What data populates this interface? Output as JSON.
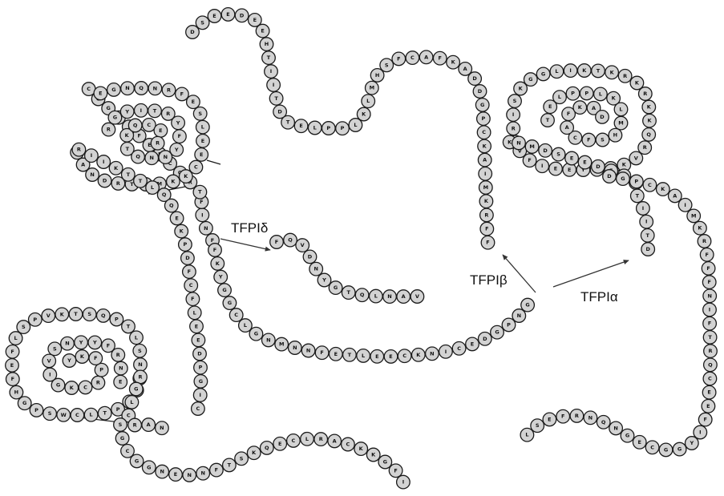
{
  "labels": {
    "delta": "TFPIδ",
    "beta": "TFPIβ",
    "alpha": "TFPIα"
  },
  "colors": {
    "residue_fill": "#d3d3d3",
    "residue_stroke": "#1a1a1a",
    "line": "#1a1a1a",
    "text": "#111111"
  },
  "sequence_letters": "DSEEDEEHTIITDTELPPLKLMHSFCAFKADDGPCKAIMKRFFFNIFTRQCEEFIYGGCEGNQNRFESLEECKKMCTRDNANRIIKTTLQQEKPDFCFLEEDPGICRGYITRYFYNNQTKQCERFKYGGCLGNMNNFETLEECKNICEDGPNGFQVDNYGTQLNAVNNSLTPQSTKVPSLFEFHGPSWCLTPADRGLCRANENRFYYNSVIGKCRPFKYSGCGGNENNFTSKQECLRACKKGFIQRISKGGLIKTKRKRKKQRVKIAYEEIFVKNM"
}
